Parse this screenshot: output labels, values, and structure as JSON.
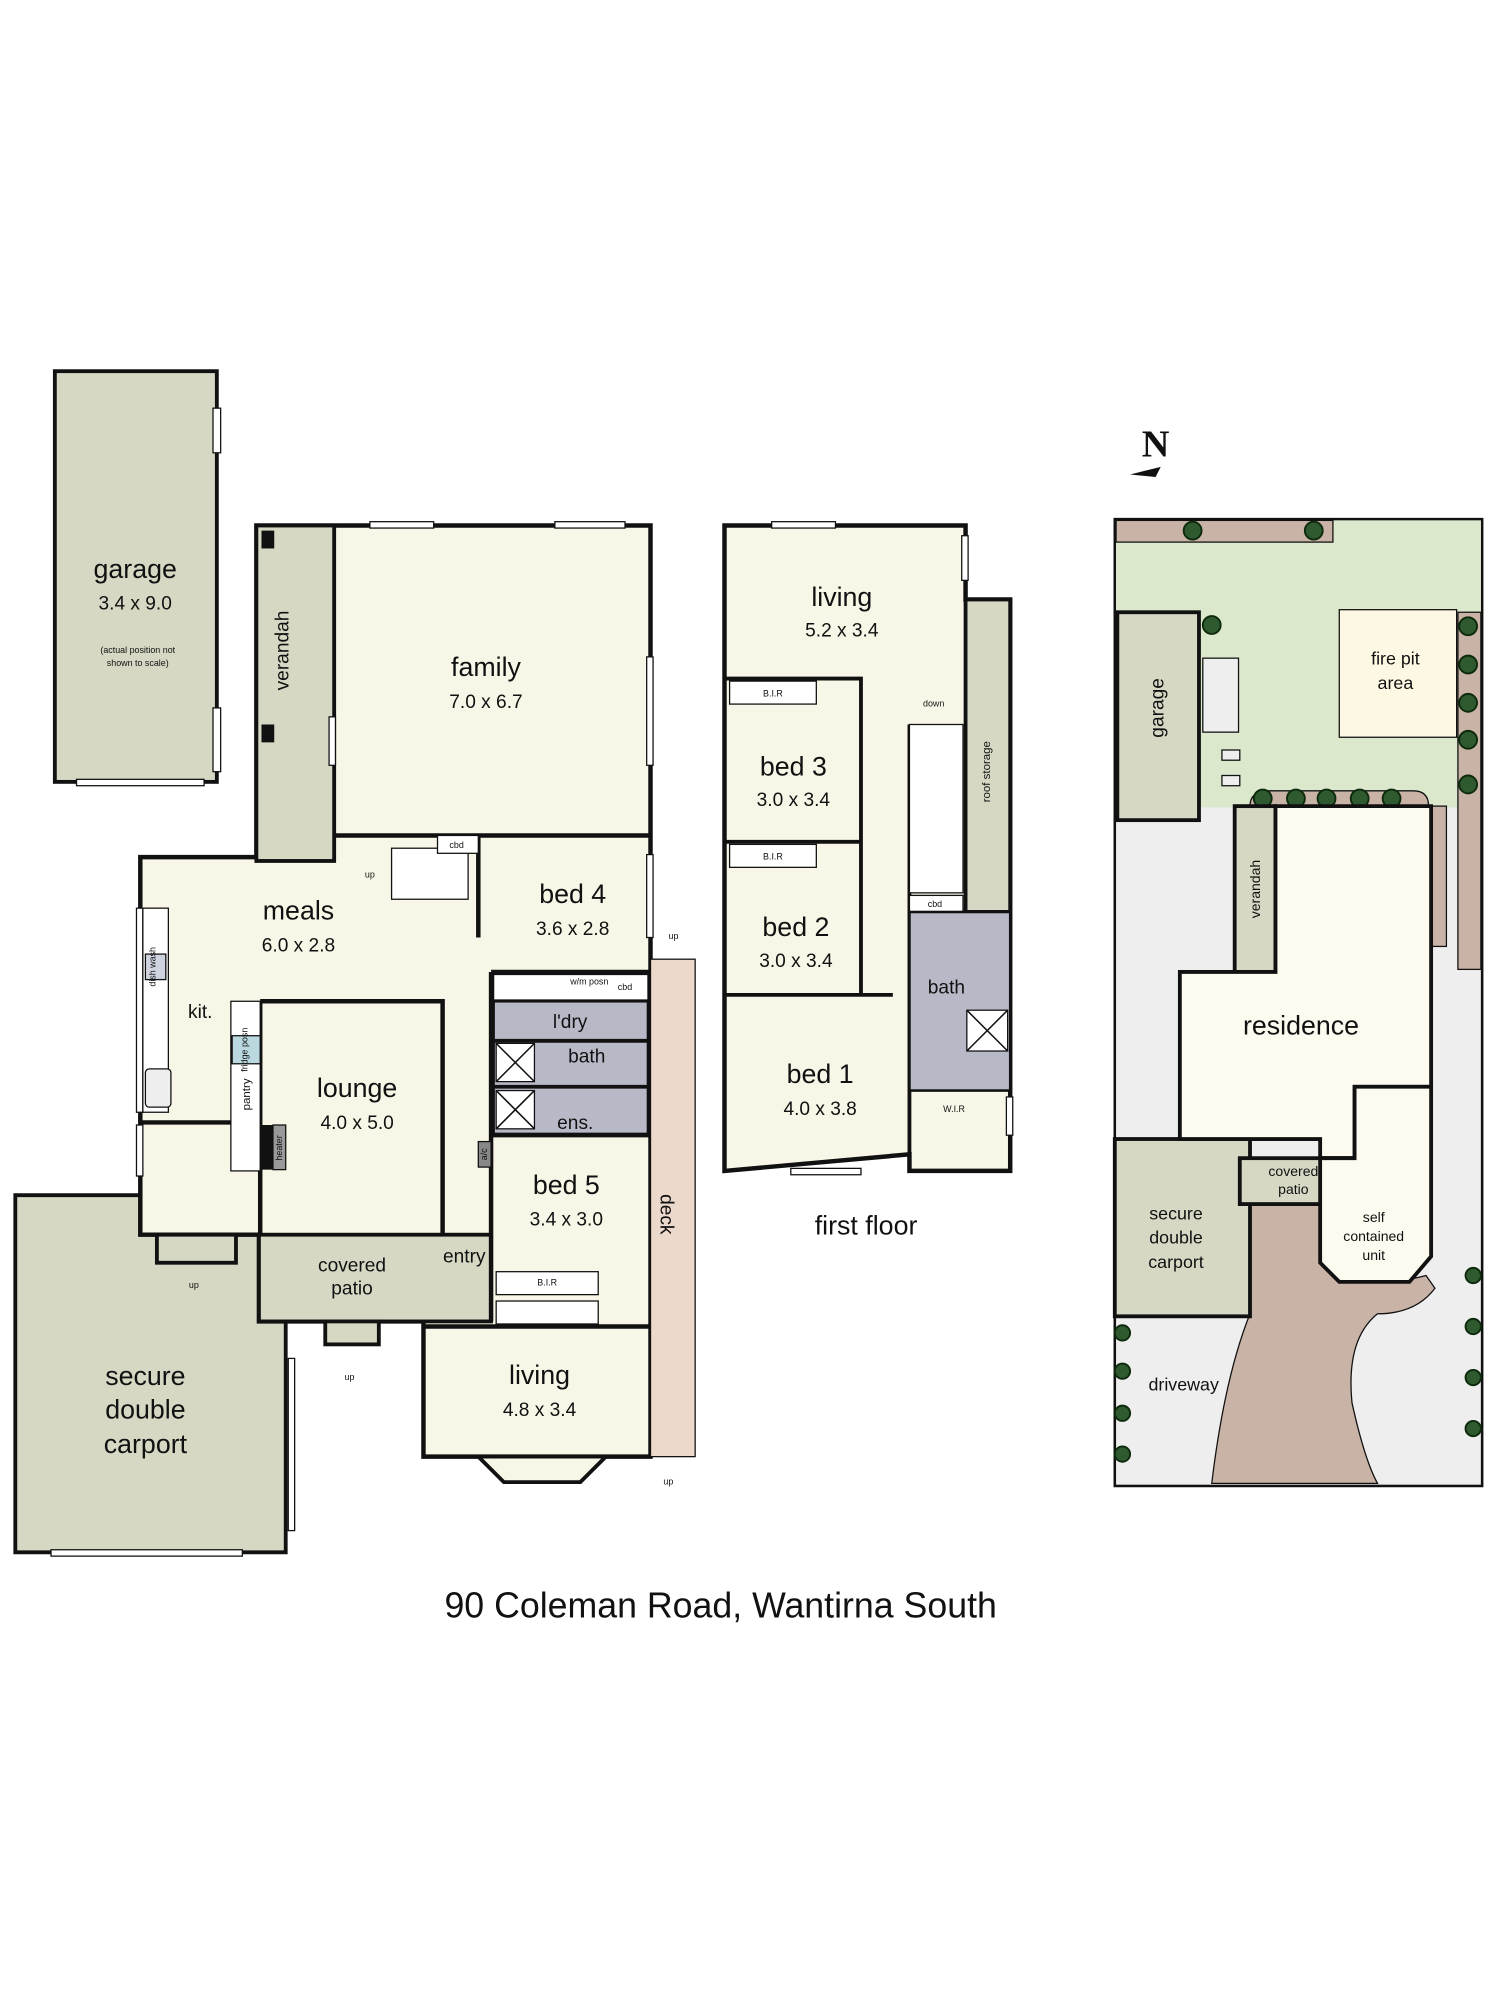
{
  "title": "90 Coleman Road, Wantirna South",
  "colors": {
    "floor": "#f8f6e6",
    "garage": "#d6d8c4",
    "wet_area": "#b8b9c7",
    "deck": "#ecd9cb",
    "lawn": "#dbe8cc",
    "paving": "#c9b3a6",
    "driveway": "#eeeeee"
  },
  "compass": {
    "label": "N"
  },
  "ground_floor": {
    "garage": {
      "name": "garage",
      "size": "3.4 x 9.0",
      "note_line1": "(actual position not",
      "note_line2": "shown to scale)"
    },
    "verandah": "verandah",
    "family": {
      "name": "family",
      "size": "7.0 x 6.7"
    },
    "meals": {
      "name": "meals",
      "size": "6.0 x 2.8"
    },
    "kitchen": "kit.",
    "pantry": "pantry",
    "fridge": "fridge posn",
    "dishwasher": "dish wash",
    "heater": "heater",
    "lounge": {
      "name": "lounge",
      "size": "4.0 x 5.0"
    },
    "bed4": {
      "name": "bed 4",
      "size": "3.6 x 2.8"
    },
    "laundry": "l'dry",
    "wm": "w/m posn",
    "cbd": "cbd",
    "bath": "bath",
    "ensuite": "ens.",
    "ac": "a/c",
    "bed5": {
      "name": "bed 5",
      "size": "3.4 x 3.0"
    },
    "bir": "B.I.R",
    "entry": "entry",
    "covered_patio": {
      "line1": "covered",
      "line2": "patio"
    },
    "living": {
      "name": "living",
      "size": "4.8 x 3.4"
    },
    "deck": "deck",
    "carport": {
      "line1": "secure",
      "line2": "double",
      "line3": "carport"
    },
    "up": "up"
  },
  "first_floor": {
    "label": "first floor",
    "living": {
      "name": "living",
      "size": "5.2 x 3.4"
    },
    "bed3": {
      "name": "bed 3",
      "size": "3.0 x 3.4"
    },
    "bed2": {
      "name": "bed 2",
      "size": "3.0 x 3.4"
    },
    "bed1": {
      "name": "bed 1",
      "size": "4.0 x 3.8"
    },
    "bir": "B.I.R",
    "bath": "bath",
    "wir": "W.I.R",
    "cbd": "cbd",
    "down": "down",
    "roof_storage": "roof storage"
  },
  "site_plan": {
    "garage": "garage",
    "fire_pit": {
      "line1": "fire pit",
      "line2": "area"
    },
    "verandah": "verandah",
    "residence": "residence",
    "covered_patio": {
      "line1": "covered",
      "line2": "patio"
    },
    "carport": {
      "line1": "secure",
      "line2": "double",
      "line3": "carport"
    },
    "unit": {
      "line1": "self",
      "line2": "contained",
      "line3": "unit"
    },
    "driveway": "driveway"
  }
}
